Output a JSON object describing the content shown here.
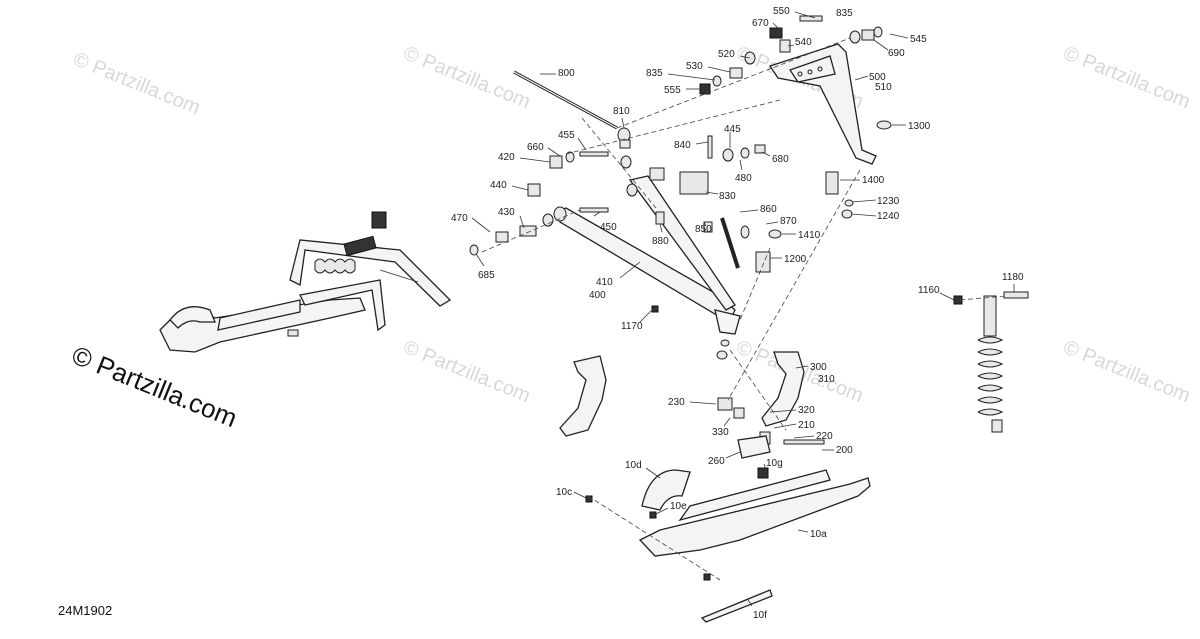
{
  "diagram": {
    "watermark": "© Partzilla.com",
    "copyright": "© Partzilla.com",
    "drawing_code": "24M1902",
    "callouts": [
      "550",
      "670",
      "835",
      "545",
      "690",
      "540",
      "520",
      "530",
      "835",
      "555",
      "500",
      "510",
      "1300",
      "800",
      "810",
      "445",
      "840",
      "680",
      "480",
      "455",
      "660",
      "420",
      "830",
      "440",
      "860",
      "870",
      "880",
      "850",
      "1410",
      "470",
      "430",
      "450",
      "1200",
      "685",
      "410",
      "400",
      "1170",
      "1400",
      "1230",
      "1240",
      "1160",
      "1180",
      "300",
      "310",
      "230",
      "320",
      "330",
      "210",
      "220",
      "200",
      "260",
      "10g",
      "10d",
      "10c",
      "10e",
      "10a",
      "10f"
    ]
  }
}
